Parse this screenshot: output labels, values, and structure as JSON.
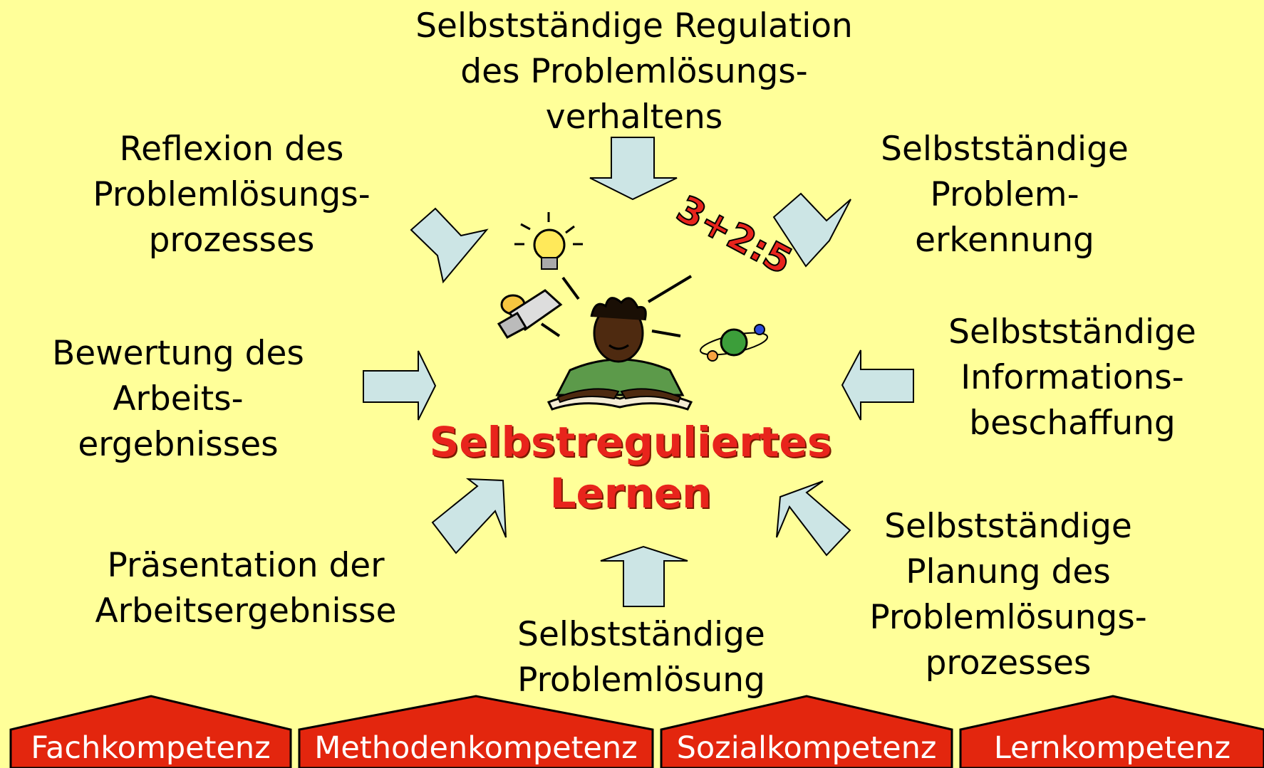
{
  "labels": {
    "top": [
      "Selbstständige Regulation",
      "des Problemlösungs-",
      "verhaltens"
    ],
    "upper_left": [
      "Reflexion des",
      "Problemlösungs-",
      "prozesses"
    ],
    "upper_right": [
      "Selbstständige",
      "Problem-",
      "erkennung"
    ],
    "mid_left": [
      "Bewertung des",
      "Arbeits-",
      "ergebnisses"
    ],
    "mid_right": [
      "Selbstständige",
      "Informations-",
      "beschaffung"
    ],
    "lower_left": [
      "Präsentation der",
      "Arbeitsergebnisse"
    ],
    "lower_right": [
      "Selbstständige",
      "Planung des",
      "Problemlösungs-",
      "prozesses"
    ],
    "bottom": [
      "Selbstständige",
      "Problemlösung"
    ]
  },
  "center": [
    "Selbstreguliertes",
    "Lernen"
  ],
  "clipart_equation": "3+2:5",
  "competencies": [
    "Fachkompetenz",
    "Methodenkompetenz",
    "Sozialkompetenz",
    "Lernkompetenz"
  ],
  "colors": {
    "background": "#FFFF99",
    "arrow_fill": "#CCE5E5",
    "center_text": "#E8241C",
    "competency_fill": "#E3260E"
  },
  "icons": [
    "lightbulb-icon",
    "satellite-icon",
    "student-reading-icon",
    "planet-icon"
  ]
}
